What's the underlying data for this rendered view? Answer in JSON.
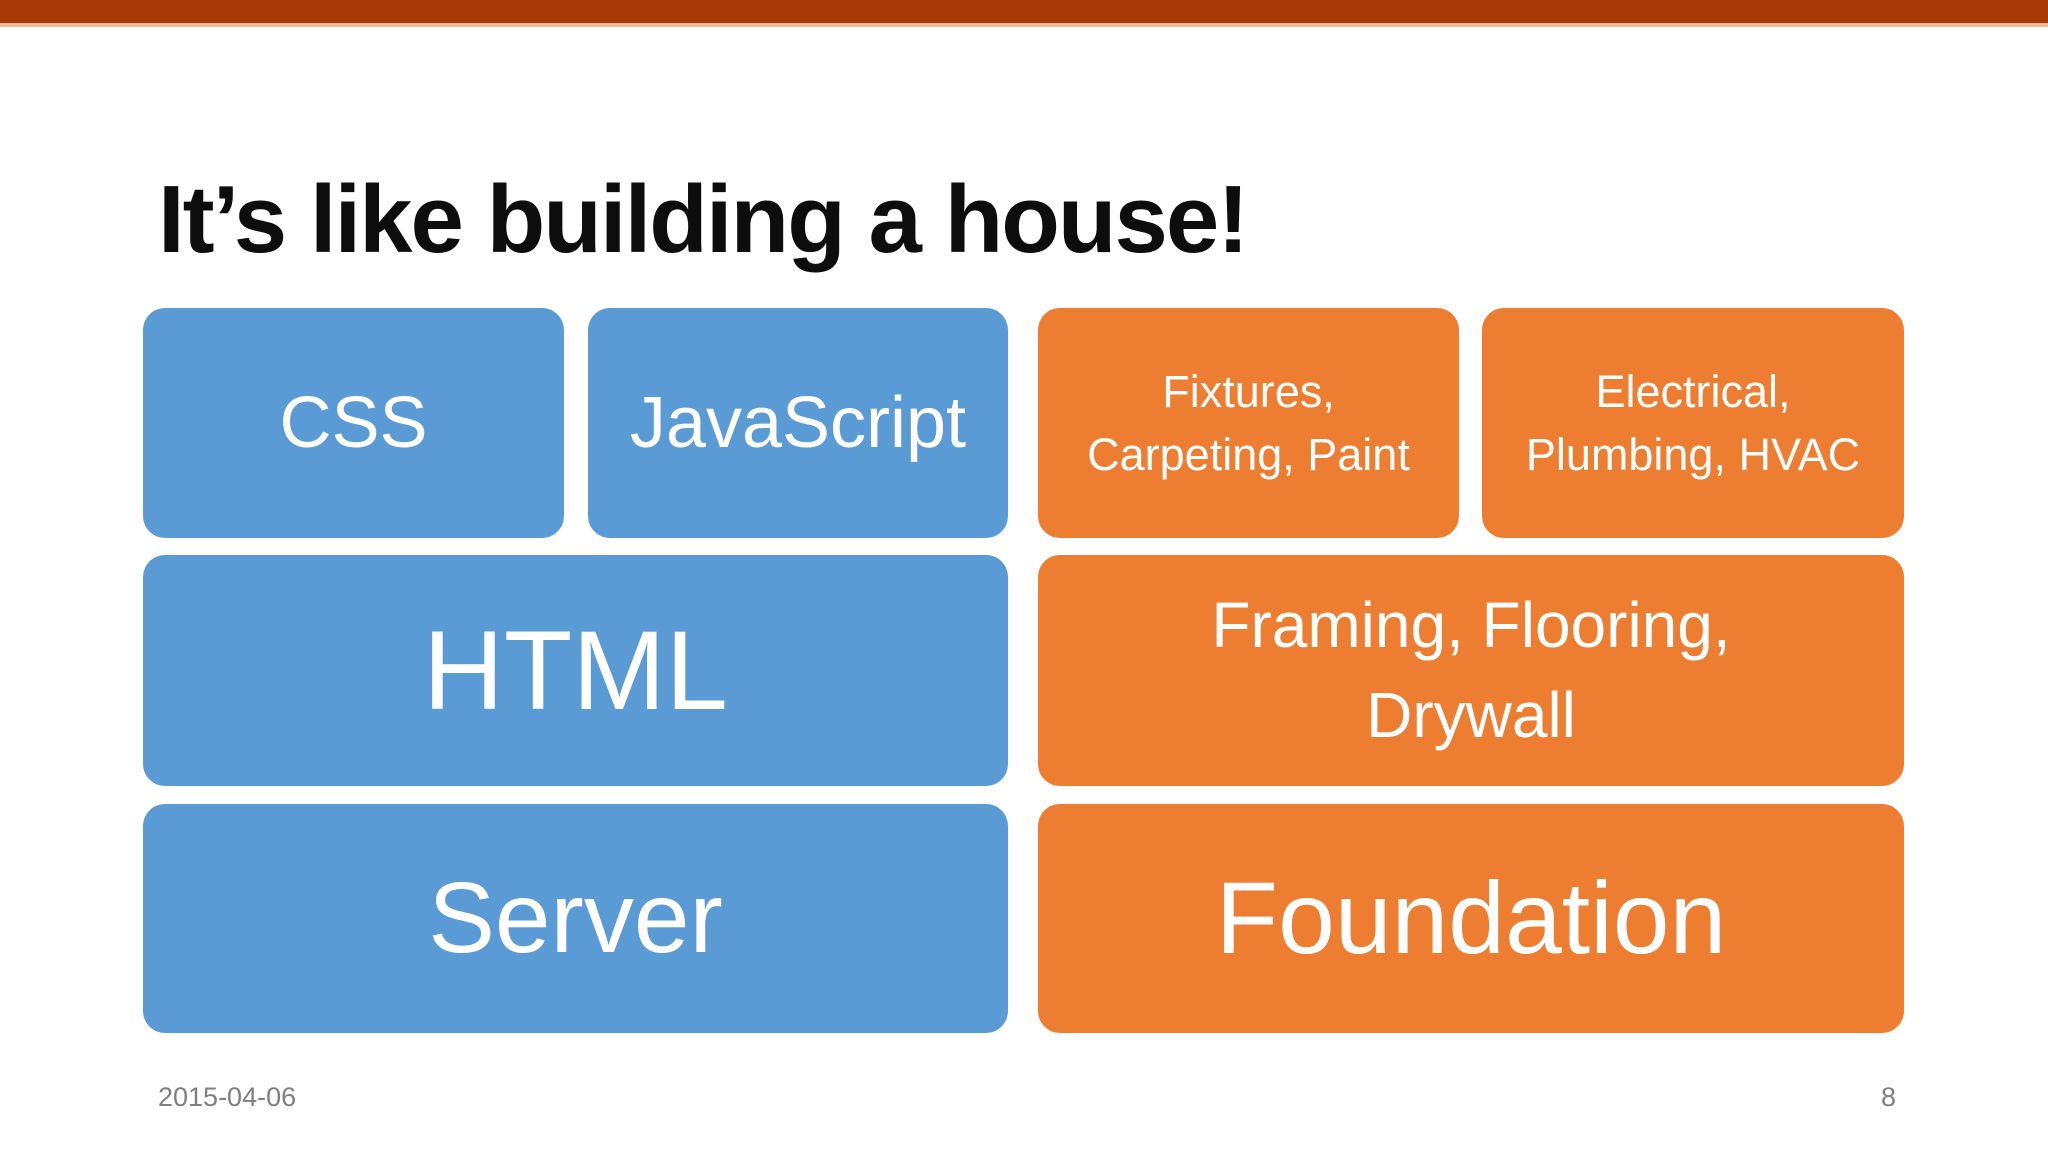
{
  "slide": {
    "title": "It’s like building a house!",
    "boxes": [
      {
        "id": "css",
        "label": "CSS",
        "color": "#5B9BD5"
      },
      {
        "id": "javascript",
        "label": "JavaScript",
        "color": "#5B9BD5"
      },
      {
        "id": "fixtures",
        "label": "Fixtures,\nCarpeting, Paint",
        "color": "#ED7D31"
      },
      {
        "id": "electrical",
        "label": "Electrical,\nPlumbing, HVAC",
        "color": "#ED7D31"
      },
      {
        "id": "html",
        "label": "HTML",
        "color": "#5B9BD5"
      },
      {
        "id": "framing",
        "label": "Framing, Flooring,\nDrywall",
        "color": "#ED7D31"
      },
      {
        "id": "server",
        "label": "Server",
        "color": "#5B9BD5"
      },
      {
        "id": "foundation",
        "label": "Foundation",
        "color": "#ED7D31"
      }
    ],
    "footer": {
      "date": "2015-04-06",
      "page_number": "8"
    },
    "colors": {
      "accent_blue": "#5B9BD5",
      "accent_orange": "#ED7D31",
      "top_bar": "#A83805",
      "top_bar_underline": "#E9BA8D",
      "title_text": "#0D0D0D",
      "box_text": "#FFFFFF",
      "footer_text": "#7F7F7F",
      "background": "#FFFFFF"
    }
  }
}
